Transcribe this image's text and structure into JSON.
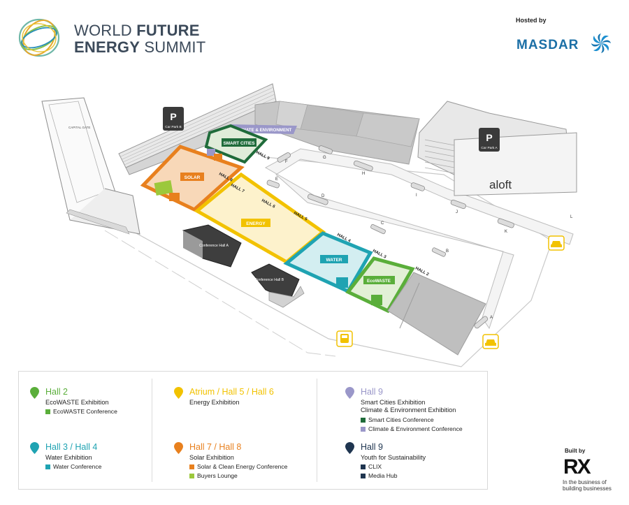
{
  "header": {
    "logo_line1_light": "WORLD ",
    "logo_line1_bold": "FUTURE",
    "logo_line2_bold": "ENERGY",
    "logo_line2_light": " SUMMIT",
    "hosted_by": "Hosted by",
    "host_name": "MASDAR"
  },
  "map": {
    "car_park_b": "Car Park B",
    "car_park_a": "Car Park A",
    "parking_letter": "P",
    "hotel": "aloft",
    "tower_label": "CAPITAL GATE",
    "zones": {
      "climate": "CLIMATE & ENVIRONMENT",
      "smart_cities": "SMART CITIES",
      "solar": "SOLAR",
      "energy": "ENERGY",
      "water": "WATER",
      "ecowaste": "EcoWASTE"
    },
    "halls": {
      "hall2": "HALL 2",
      "hall3": "HALL 3",
      "hall4": "HALL 4",
      "hall5": "HALL 5",
      "hall6": "HALL 6",
      "hall7": "HALL 7",
      "hall8": "HALL 8",
      "hall9": "HALL 9"
    },
    "conference_halls": {
      "hall_a": "Conference Hall A",
      "hall_b": "Conference Hall B"
    },
    "gates": [
      "A",
      "B",
      "C",
      "D",
      "E",
      "F",
      "G",
      "H",
      "I",
      "J",
      "K",
      "L"
    ]
  },
  "legend": {
    "groups": [
      {
        "title": "Hall 2",
        "color": "#5aae3a",
        "subtitle_lines": [
          "EcoWASTE Exhibition"
        ],
        "items": [
          {
            "label": "EcoWASTE Conference",
            "color": "#5aae3a"
          }
        ]
      },
      {
        "title": "Atrium / Hall 5 / Hall 6",
        "color": "#f2c200",
        "subtitle_lines": [
          "Energy Exhibition"
        ],
        "items": []
      },
      {
        "title": "Hall 9",
        "color": "#9a97c9",
        "subtitle_lines": [
          "Smart Cities Exhibition",
          "Climate & Environment Exhibition"
        ],
        "items": [
          {
            "label": "Smart Cities Conference",
            "color": "#1f6b3a"
          },
          {
            "label": "Climate & Environment Conference",
            "color": "#9a97c9"
          }
        ]
      },
      {
        "title": "Hall 3 / Hall 4",
        "color": "#1fa3b2",
        "subtitle_lines": [
          "Water Exhibition"
        ],
        "items": [
          {
            "label": "Water Conference",
            "color": "#1fa3b2"
          }
        ]
      },
      {
        "title": "Hall 7 / Hall 8",
        "color": "#e8801e",
        "subtitle_lines": [
          "Solar Exhibition"
        ],
        "items": [
          {
            "label": "Solar & Clean Energy Conference",
            "color": "#e8801e"
          },
          {
            "label": "Buyers Lounge",
            "color": "#9cc83c"
          }
        ]
      },
      {
        "title": "Hall 9",
        "color": "#1f3550",
        "subtitle_lines": [
          "Youth for Sustainability"
        ],
        "items": [
          {
            "label": "CLIX",
            "color": "#1f3550"
          },
          {
            "label": "Media Hub",
            "color": "#1f3550"
          }
        ]
      }
    ]
  },
  "footer": {
    "built_by": "Built by",
    "builder": "RX",
    "tagline": "In the business of building businesses"
  }
}
